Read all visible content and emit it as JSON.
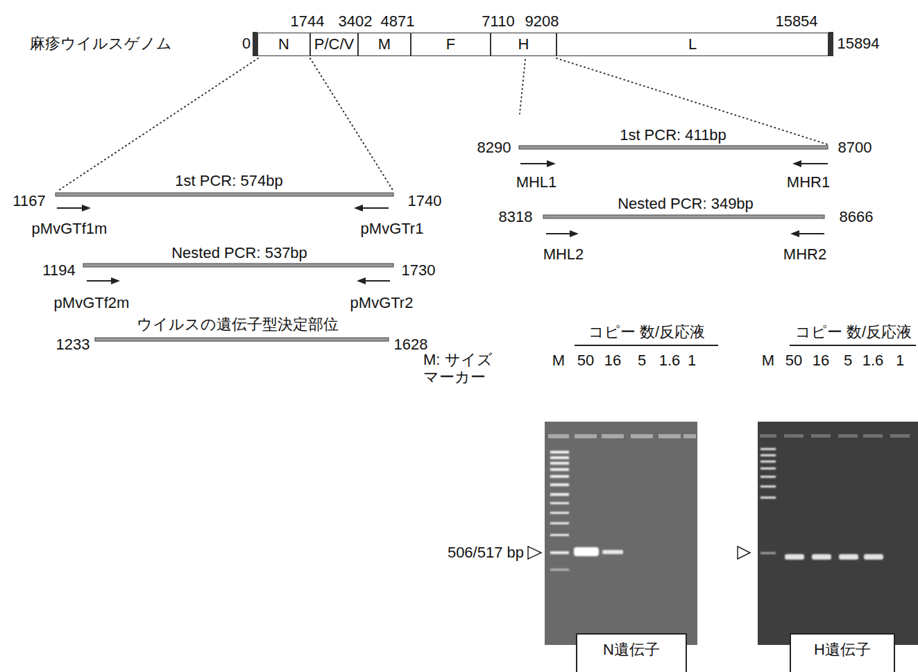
{
  "diagram": {
    "nodes": [
      {
        "text": [
          "N"
        ]
      },
      {
        "text": [
          "P/C/V"
        ]
      },
      {
        "text": [
          "M"
        ]
      },
      {
        "text": [
          "F"
        ]
      },
      {
        "text": [
          "H"
        ]
      },
      {
        "text": [
          "L"
        ]
      },
      {
        "text": [
          "N遺伝子"
        ]
      },
      {
        "text": [
          "H遺伝子"
        ]
      }
    ],
    "labels": [
      "麻疹ウイルスゲノム",
      "0",
      "1744",
      "3402",
      "4871",
      "7110",
      "9208",
      "15854",
      "15894",
      "1st PCR: 574bp",
      "1167",
      "1740",
      "pMvGTf1m",
      "pMvGTr1",
      "Nested PCR: 537bp",
      "1194",
      "1730",
      "pMvGTf2m",
      "pMvGTr2",
      "ウイルスの遺伝子型決定部位",
      "1233",
      "1628",
      "1st PCR: 411bp",
      "8290",
      "8700",
      "MHL1",
      "MHR1",
      "Nested PCR: 349bp",
      "8318",
      "8666",
      "MHL2",
      "MHR2",
      "コピー 数/反応液",
      "コピー 数/反応液",
      "M: サイズ マーカー",
      "M",
      "50",
      "16",
      "5",
      "1.6",
      "1",
      "M",
      "50",
      "16",
      "5",
      "1.6",
      "1",
      "506/517 bp"
    ]
  }
}
